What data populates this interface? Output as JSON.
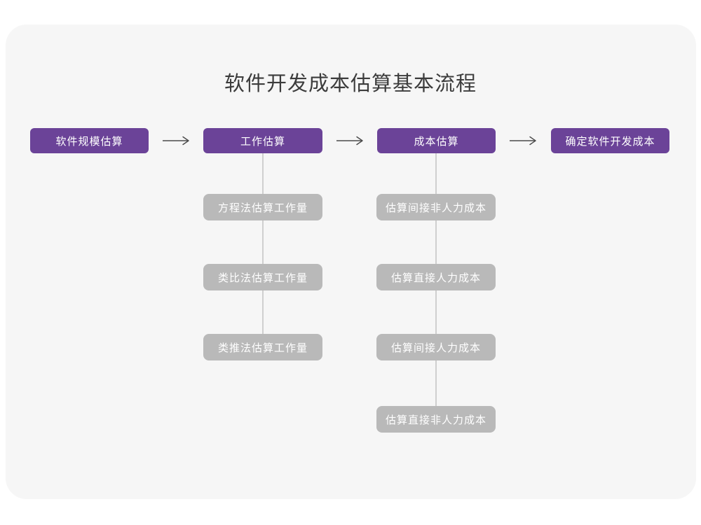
{
  "diagram": {
    "title": "软件开发成本估算基本流程",
    "stages": [
      {
        "label": "软件规模估算"
      },
      {
        "label": "工作估算"
      },
      {
        "label": "成本估算"
      },
      {
        "label": "确定软件开发成本"
      }
    ],
    "work_estimation_methods": [
      "方程法估算工作量",
      "类比法估算工作量",
      "类推法估算工作量"
    ],
    "cost_estimation_steps": [
      "估算间接非人力成本",
      "估算直接人力成本",
      "估算间接人力成本",
      "估算直接非人力成本"
    ],
    "colors": {
      "stage_fill": "#6b4398",
      "method_fill": "#b9b9b9",
      "card_background": "#f6f6f6",
      "page_background": "#ffffff",
      "arrow": "#4a4a4a",
      "connector_line": "#cfcfcf",
      "title_text": "#3c3c3c",
      "box_text": "#ffffff"
    }
  }
}
